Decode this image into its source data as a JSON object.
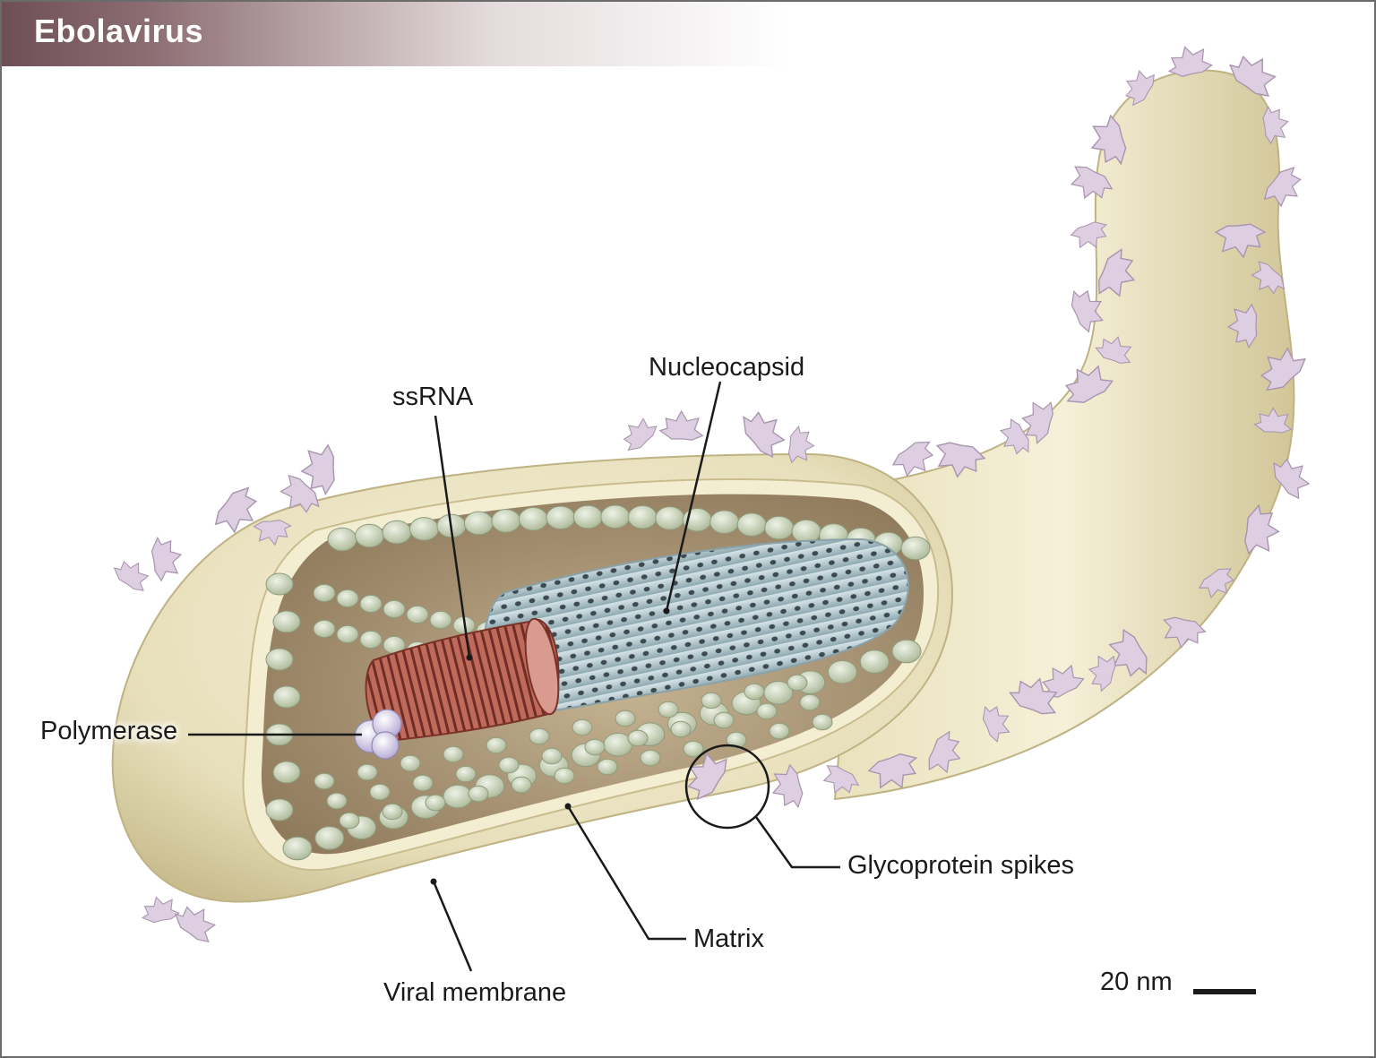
{
  "title": "Ebolavirus",
  "labels": {
    "nucleocapsid": "Nucleocapsid",
    "ssrna": "ssRNA",
    "polymerase": "Polymerase",
    "glycoprotein_spikes": "Glycoprotein spikes",
    "matrix": "Matrix",
    "viral_membrane": "Viral membrane"
  },
  "scale_bar": {
    "text": "20 nm"
  },
  "colors": {
    "membrane": "#ece6c6",
    "interior": "#b8a586",
    "matrix_protein": "#d4dcc2",
    "nucleocapsid": "#b9ccd2",
    "ssrna": "#b05a4e",
    "polymerase": "#d8d0ea",
    "glycoprotein": "#ddcfe1",
    "title_bar": "#6e4f56"
  }
}
